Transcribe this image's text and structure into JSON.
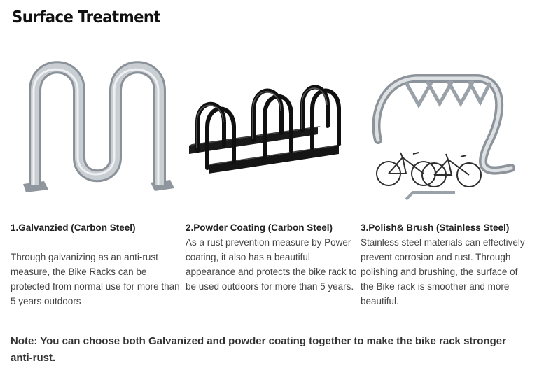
{
  "header": {
    "title": "Surface Treatment"
  },
  "sections": [
    {
      "title": "1.Galvanzied (Carbon Steel)",
      "body": "Through galvanizing as an anti-rust measure, the Bike Racks can be protected from normal use for more than 5 years outdoors",
      "image_icon": "galvanized-wave-bike-rack"
    },
    {
      "title": "2.Powder Coating (Carbon Steel)",
      "body": "As a rust prevention measure by Power coating, it also has a beautiful appearance and protects the bike rack to be used outdoors for more than 5 years.",
      "image_icon": "powder-coated-black-hoop-rack"
    },
    {
      "title": "3.Polish& Brush (Stainless Steel)",
      "body": "Stainless steel materials can effectively prevent corrosion and rust. Through polishing and brushing, the surface of the Bike rack is smoother and more beautiful.",
      "image_icon": "stainless-steel-loop-rack-with-bikes"
    }
  ],
  "note": "Note: You can choose both Galvanized and powder coating together to make the bike rack stronger anti-rust.",
  "colors": {
    "rule": "#aab3c2",
    "text": "#444444",
    "heading": "#111111",
    "galvanized": "#a9b0b8",
    "powder": "#111111"
  }
}
